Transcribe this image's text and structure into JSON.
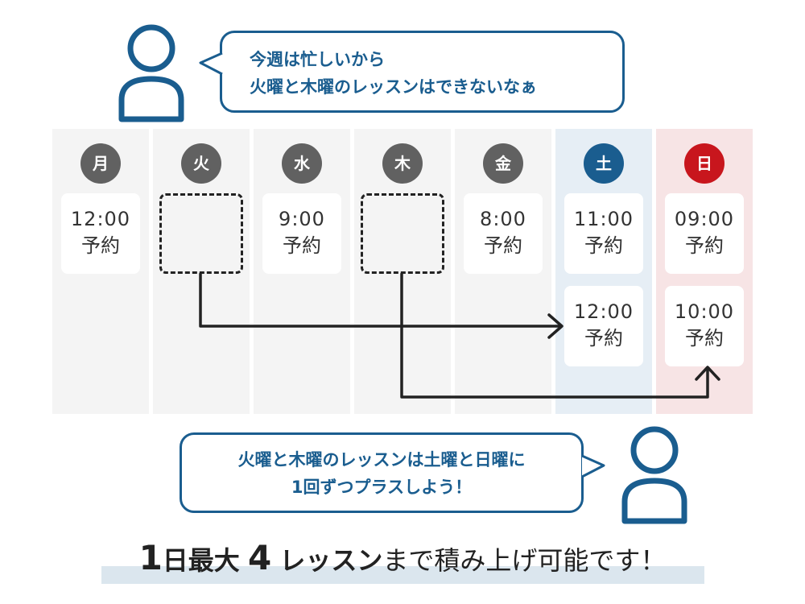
{
  "top_bubble": {
    "line1": "今週は忙しいから",
    "line2": "火曜と木曜のレッスンはできないなぁ"
  },
  "bottom_bubble": {
    "line1": "火曜と木曜のレッスンは土曜と日曜に",
    "line2": "1回ずつプラスしよう！"
  },
  "days": [
    {
      "label": "月",
      "cards": [
        {
          "time": "12:00",
          "text": "予約"
        }
      ]
    },
    {
      "label": "火",
      "cards": []
    },
    {
      "label": "水",
      "cards": [
        {
          "time": "9:00",
          "text": "予約"
        }
      ]
    },
    {
      "label": "木",
      "cards": []
    },
    {
      "label": "金",
      "cards": [
        {
          "time": "8:00",
          "text": "予約"
        }
      ]
    },
    {
      "label": "土",
      "cards": [
        {
          "time": "11:00",
          "text": "予約"
        },
        {
          "time": "12:00",
          "text": "予約"
        }
      ]
    },
    {
      "label": "日",
      "cards": [
        {
          "time": "09:00",
          "text": "予約"
        },
        {
          "time": "10:00",
          "text": "予約"
        }
      ]
    }
  ],
  "caption": {
    "num1": "1",
    "part1": "日最大",
    "num2": "4",
    "part2": "レッスン",
    "part3": "まで積み上げ可能です！"
  },
  "colors": {
    "blue": "#1a5d8f",
    "red": "#c8161d",
    "gray_circle": "#616161",
    "gray_bg": "#f4f4f4",
    "blue_bg": "#e6eef5",
    "red_bg": "#f7e4e5"
  }
}
